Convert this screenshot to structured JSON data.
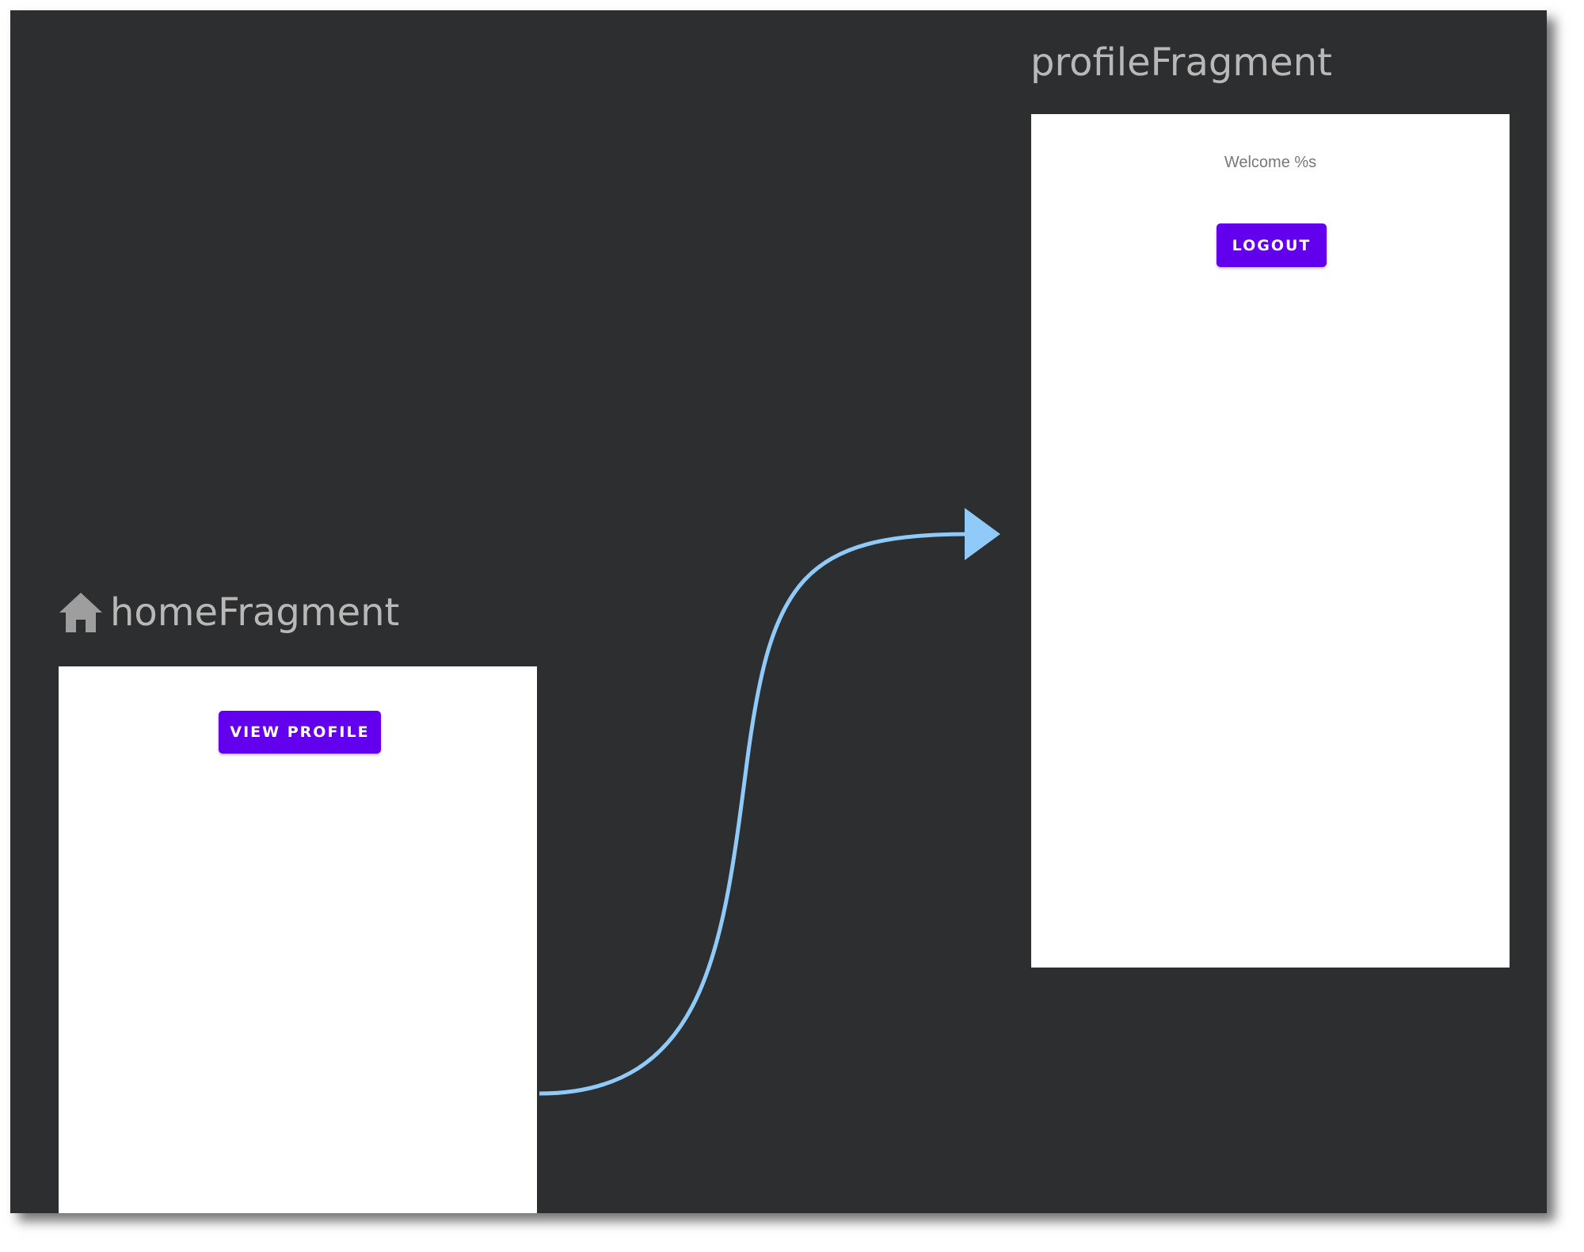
{
  "destinations": {
    "profile": {
      "title": "profileFragment",
      "welcome_text": "Welcome %s",
      "button_label": "LOGOUT"
    },
    "home": {
      "title": "homeFragment",
      "start_icon": "home-icon",
      "button_label": "VIEW PROFILE"
    }
  },
  "action_arrow": {
    "from": "homeFragment",
    "to": "profileFragment",
    "color": "#90caf9"
  },
  "colors": {
    "canvas": "#2d2e30",
    "button": "#6200ee",
    "title_text": "#b8b8b8"
  }
}
